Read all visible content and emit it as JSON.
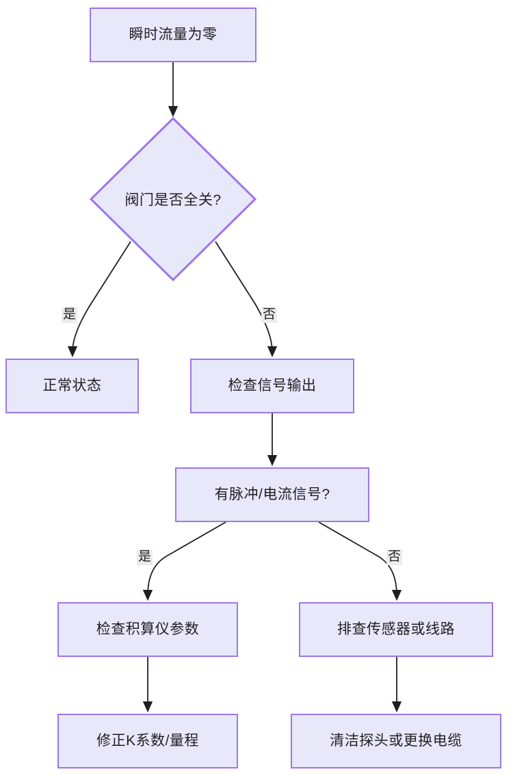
{
  "diagram": {
    "type": "flowchart",
    "direction": "top-to-bottom",
    "theme": {
      "node_fill": "#e8e8fb",
      "node_border": "#9d76e8",
      "edge_color": "#1f1f22",
      "text_color": "#1f1f22",
      "edge_label_background": "#ececec",
      "canvas_background": "#ffffff"
    },
    "nodes": [
      {
        "id": "start",
        "shape": "rect",
        "label": "瞬时流量为零"
      },
      {
        "id": "valve",
        "shape": "diamond",
        "label": "阀门是否全关?"
      },
      {
        "id": "normal",
        "shape": "rect",
        "label": "正常状态"
      },
      {
        "id": "check_signal",
        "shape": "rect",
        "label": "检查信号输出"
      },
      {
        "id": "has_pulse",
        "shape": "rect",
        "label": "有脉冲/电流信号?"
      },
      {
        "id": "check_param",
        "shape": "rect",
        "label": "检查积算仪参数"
      },
      {
        "id": "check_sensor",
        "shape": "rect",
        "label": "排查传感器或线路"
      },
      {
        "id": "fix_k",
        "shape": "rect",
        "label": "修正K系数/量程"
      },
      {
        "id": "clean_probe",
        "shape": "rect",
        "label": "清洁探头或更换电缆"
      }
    ],
    "edges": [
      {
        "from": "start",
        "to": "valve",
        "label": ""
      },
      {
        "from": "valve",
        "to": "normal",
        "label": "是"
      },
      {
        "from": "valve",
        "to": "check_signal",
        "label": "否"
      },
      {
        "from": "check_signal",
        "to": "has_pulse",
        "label": ""
      },
      {
        "from": "has_pulse",
        "to": "check_param",
        "label": "是"
      },
      {
        "from": "has_pulse",
        "to": "check_sensor",
        "label": "否"
      },
      {
        "from": "check_param",
        "to": "fix_k",
        "label": ""
      },
      {
        "from": "check_sensor",
        "to": "clean_probe",
        "label": ""
      }
    ],
    "edge_labels": {
      "valve_yes": "是",
      "valve_no": "否",
      "pulse_yes": "是",
      "pulse_no": "否"
    }
  }
}
